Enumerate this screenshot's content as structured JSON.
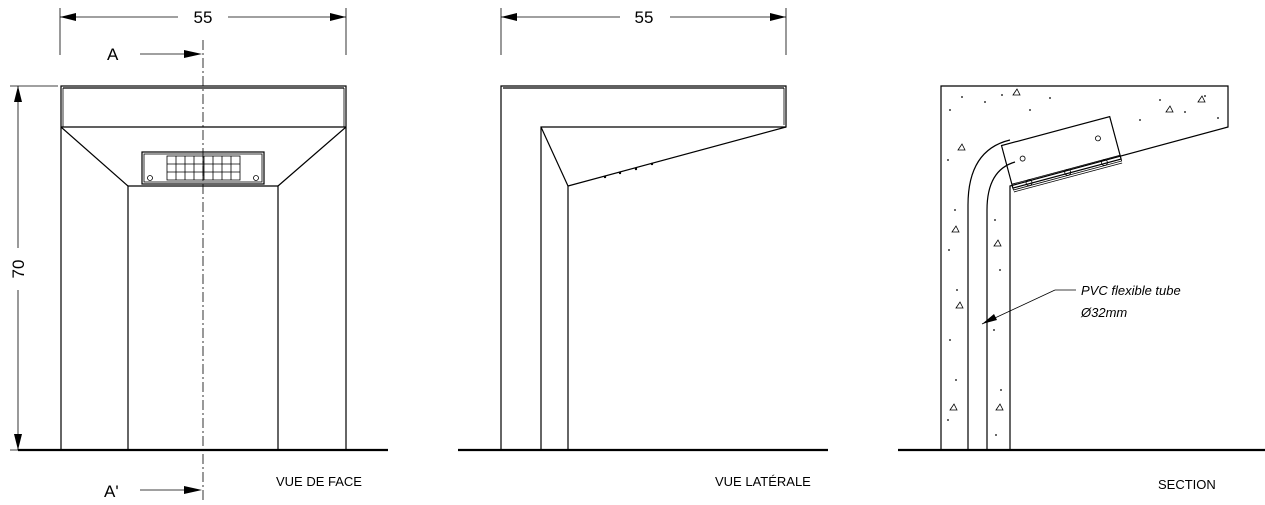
{
  "dimensions": {
    "front_width": "55",
    "side_width": "55",
    "height": "70"
  },
  "section_marks": {
    "top": "A",
    "bottom": "A'"
  },
  "views": {
    "front": "VUE DE FACE",
    "side": "VUE LATÉRALE",
    "section": "SECTION"
  },
  "annotation": {
    "line1": "PVC flexible  tube",
    "line2": "Ø32mm"
  }
}
